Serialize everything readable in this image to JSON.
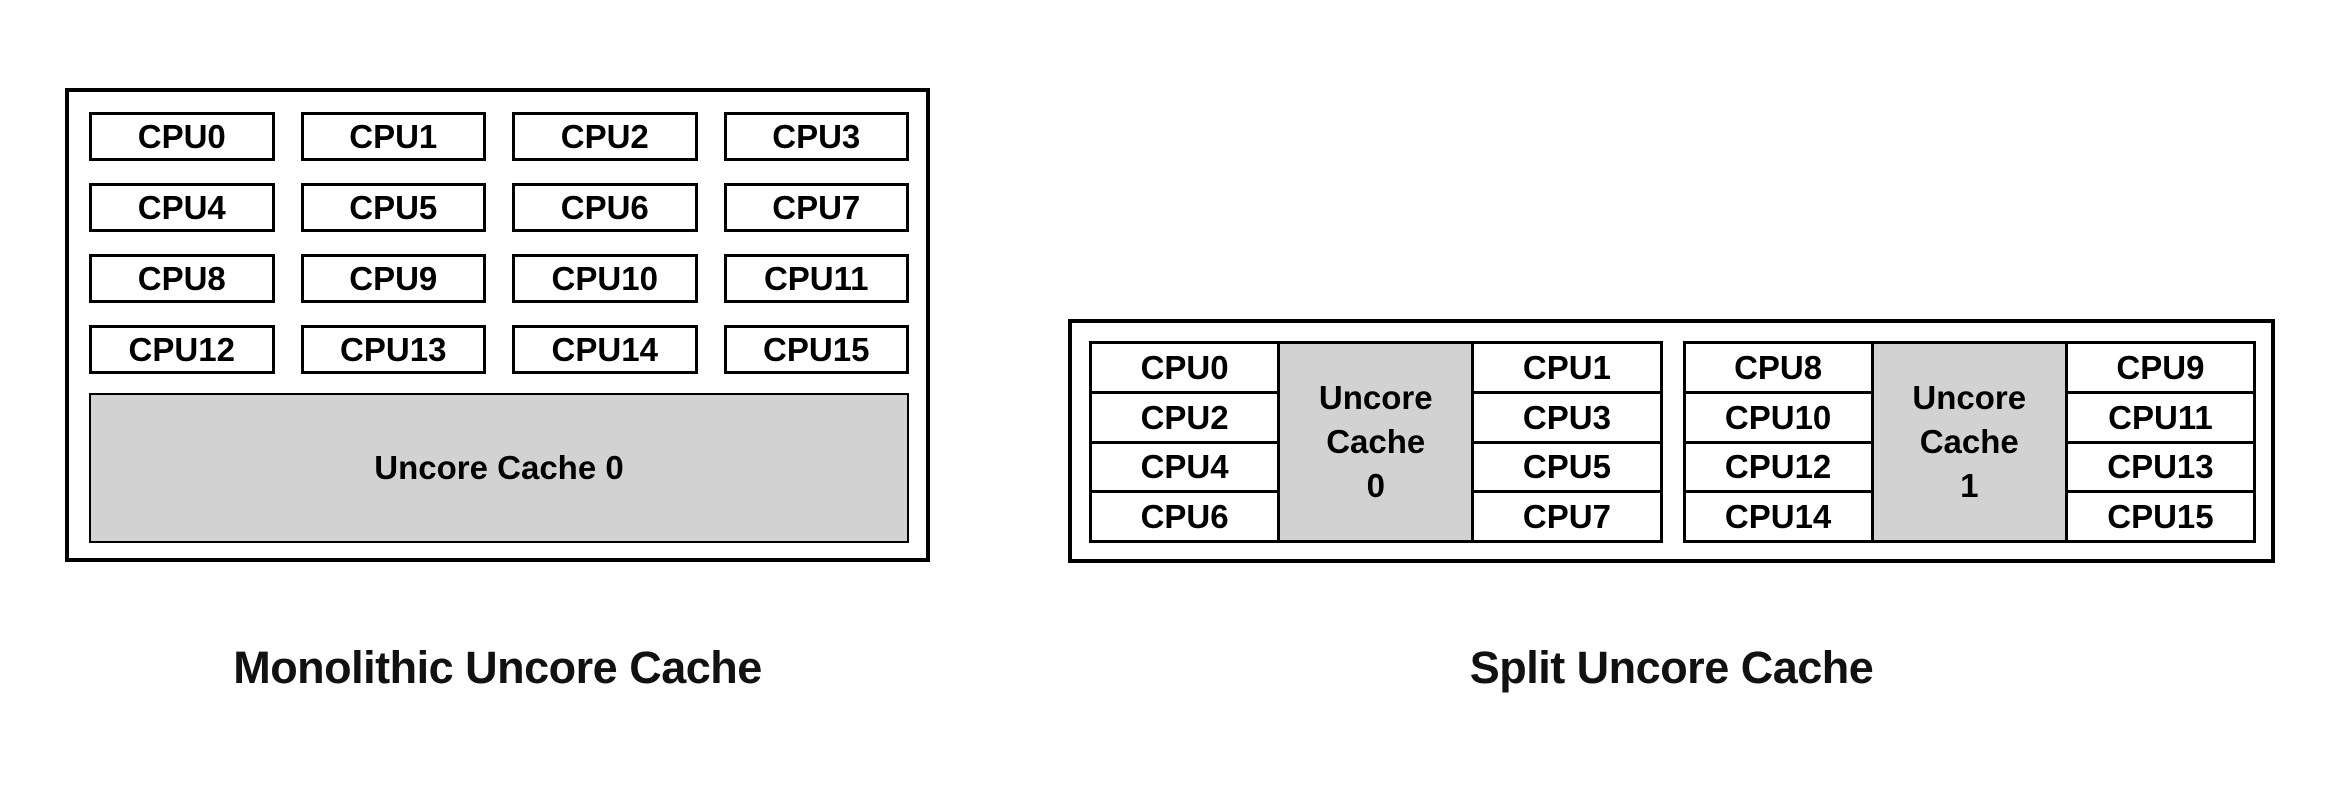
{
  "monolithic": {
    "caption": "Monolithic Uncore Cache",
    "cpus": [
      "CPU0",
      "CPU1",
      "CPU2",
      "CPU3",
      "CPU4",
      "CPU5",
      "CPU6",
      "CPU7",
      "CPU8",
      "CPU9",
      "CPU10",
      "CPU11",
      "CPU12",
      "CPU13",
      "CPU14",
      "CPU15"
    ],
    "cache_label": "Uncore Cache 0"
  },
  "split": {
    "caption": "Split Uncore Cache",
    "groups": [
      {
        "left_cpus": [
          "CPU0",
          "CPU2",
          "CPU4",
          "CPU6"
        ],
        "right_cpus": [
          "CPU1",
          "CPU3",
          "CPU5",
          "CPU7"
        ],
        "cache_lines": [
          "Uncore",
          "Cache",
          "0"
        ]
      },
      {
        "left_cpus": [
          "CPU8",
          "CPU10",
          "CPU12",
          "CPU14"
        ],
        "right_cpus": [
          "CPU9",
          "CPU11",
          "CPU13",
          "CPU15"
        ],
        "cache_lines": [
          "Uncore",
          "Cache",
          "1"
        ]
      }
    ]
  },
  "colors": {
    "cache_fill": "#d2d2d2",
    "border": "#000000",
    "background": "#ffffff"
  }
}
